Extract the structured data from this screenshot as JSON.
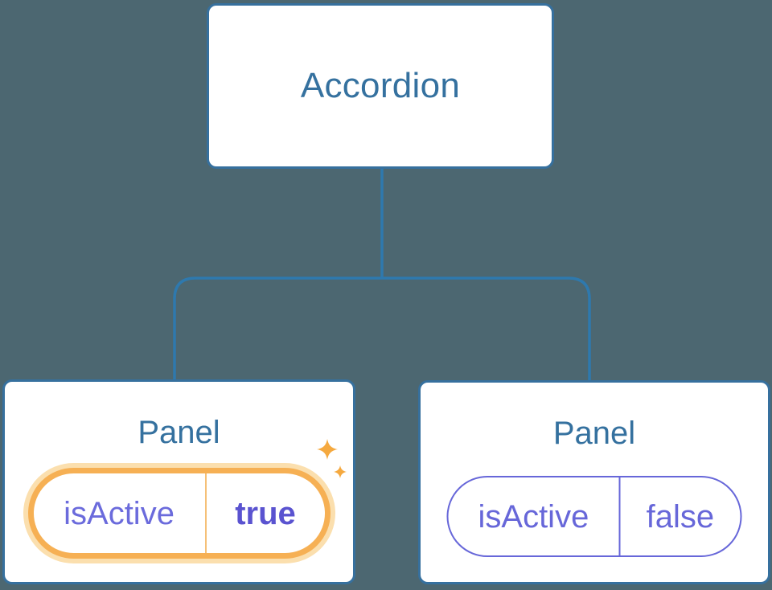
{
  "diagram": {
    "root": {
      "label": "Accordion"
    },
    "panels": [
      {
        "title": "Panel",
        "prop_name": "isActive",
        "prop_value": "true",
        "state": "active-highlighted"
      },
      {
        "title": "Panel",
        "prop_name": "isActive",
        "prop_value": "false",
        "state": "inactive"
      }
    ],
    "icons": [
      "sparkle-icon-large",
      "sparkle-icon-small"
    ],
    "colors": {
      "background": "#4C6771",
      "node_fill": "#FFFFFF",
      "node_border": "#36709E",
      "node_title_text": "#35719F",
      "connector_line": "#2E79AE",
      "prop_name_text": "#6B6BDC",
      "active_value_text": "#5A53D0",
      "inactive_pill": "#6767D9",
      "highlight_ring": "#F6B054",
      "highlight_glow": "#FBDFAE",
      "sparkle": "#F5A93F"
    }
  }
}
